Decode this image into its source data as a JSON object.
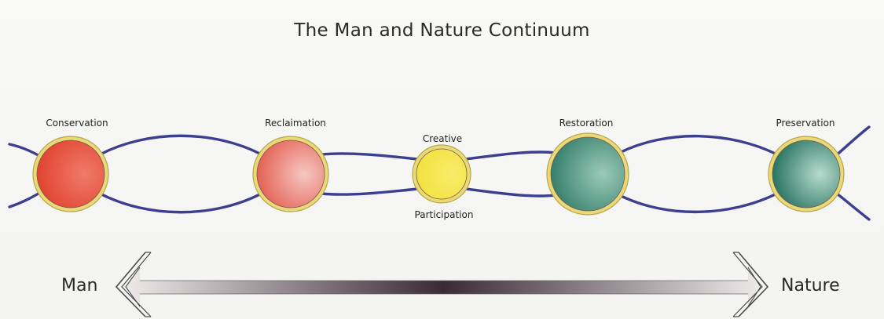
{
  "title": "The Man and Nature Continuum",
  "stages": [
    {
      "label": "Conservation",
      "color_main": "#e0402e",
      "color_light": "#f07a68"
    },
    {
      "label": "Reclaimation",
      "color_main": "#e25a4e",
      "color_light": "#f6c7c2"
    },
    {
      "label": "Creative",
      "label_bottom": "Participation",
      "color_main": "#f2e13c",
      "color_light": "#f7ec6a"
    },
    {
      "label": "Restoration",
      "color_main": "#2f7a66",
      "color_light": "#9ccab9"
    },
    {
      "label": "Preservation",
      "color_main": "#1f6b5a",
      "color_light": "#b7dccd"
    }
  ],
  "axis": {
    "left_label": "Man",
    "right_label": "Nature"
  },
  "colors": {
    "link_stroke": "#3c3f8f",
    "ring": "#e9d97a",
    "ring_dark": "#b8a64a",
    "arrow_dark": "#3a2a34",
    "arrow_light": "#eeeaea"
  }
}
